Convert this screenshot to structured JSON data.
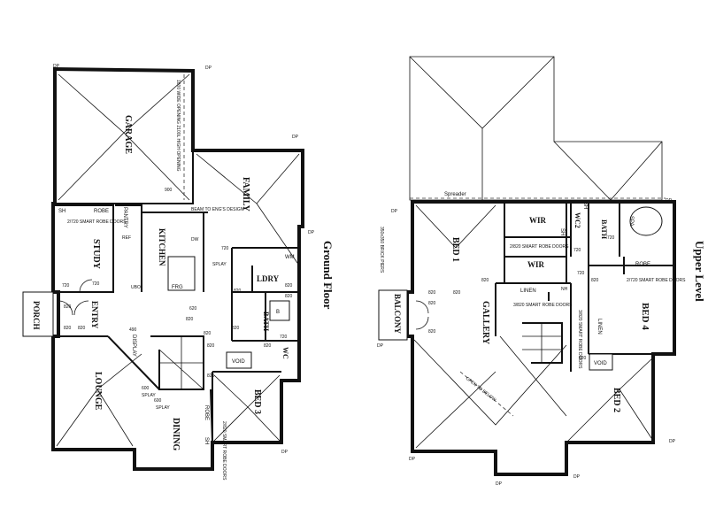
{
  "titles": {
    "ground_floor": "Ground Floor",
    "upper_level": "Upper Level"
  },
  "ground": {
    "rooms": {
      "garage": "GARAGE",
      "family": "FAMILY",
      "kitchen": "KITCHEN",
      "study": "STUDY",
      "porch": "PORCH",
      "entry": "ENTRY",
      "lounge": "LOUNGE",
      "dining": "DINING",
      "ldry": "LDRY",
      "bath": "BATH",
      "wc": "WC",
      "bed3": "BED 3",
      "void": "VOID",
      "pantry": "PANTRY",
      "robe_study": "ROBE",
      "robe_bed3": "ROBE",
      "sh": "SH",
      "sh2": "SH",
      "frg": "FRG",
      "wm": "WM",
      "b": "B",
      "display": "DISPLAY"
    },
    "notes": {
      "garage_opening": "1800 WIDE OPENING 2100L HIGH OPENING",
      "beam": "BEAM TO ENG'S DESIGN",
      "study_robe": "2/720 SMART ROBE DOORS",
      "bed3_robe": "2/820 SMART ROBE DOORS",
      "dw": "DW",
      "ubo": "UBO",
      "ref": "REF",
      "splay_1": "SPLAY",
      "splay_2": "SPLAY",
      "splay_3": "SPLAY",
      "n820_list": [
        "820",
        "820",
        "820",
        "820",
        "820",
        "820",
        "820",
        "820",
        "820",
        "820",
        "820",
        "820"
      ],
      "n720_list": [
        "720",
        "720",
        "720",
        "720"
      ],
      "n600_a": "600",
      "n600_b": "600",
      "n900": "900",
      "n490": "490",
      "n620": "620",
      "dp_list": [
        "DP",
        "DP",
        "DP",
        "DP",
        "DP"
      ]
    }
  },
  "upper": {
    "rooms": {
      "bed1": "BED 1",
      "bed2": "BED 2",
      "bed4": "BED 4",
      "gallery": "GALLERY",
      "balcony": "BALCONY",
      "wir1": "WIR",
      "wir2": "WIR",
      "wc2": "WC2",
      "bath": "BATH",
      "spa": "SPA",
      "robe": "ROBE",
      "linen1": "LINEN",
      "linen2": "LINEN",
      "void": "VOID",
      "sh": "SH",
      "sh2": "SH"
    },
    "notes": {
      "spreader": "Spreader",
      "brick_piers": "350x350 BRICK PIERS",
      "open_to_below": "OPEN TO BELOW",
      "wir_robe": "2/820 SMART ROBE DOORS",
      "linen_robe": "3/820 SMART ROBE DOORS",
      "bed4_robe": "2/720 SMART ROBE DOORS",
      "bed2_robe": "3/820 SMART ROBE DOORS",
      "nh": "NH",
      "n820_list": [
        "820",
        "820",
        "820",
        "820",
        "820",
        "820",
        "820"
      ],
      "n720_list": [
        "720",
        "720",
        "720"
      ],
      "dp_list": [
        "DP",
        "DP",
        "DP",
        "DP",
        "DP",
        "DP",
        "DP"
      ]
    }
  }
}
